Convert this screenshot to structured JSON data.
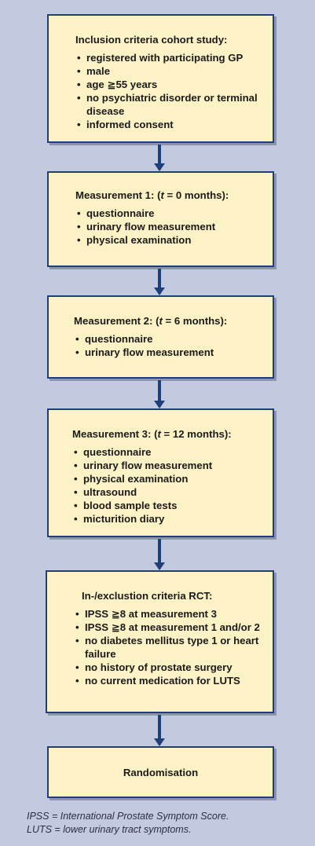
{
  "boxes": {
    "inclusion": {
      "title": "Inclusion criteria cohort study:",
      "items": [
        "registered with participating GP",
        "male",
        "age ≧55 years",
        "no psychiatric disorder or terminal disease",
        "informed consent"
      ]
    },
    "m1": {
      "title": "Measurement 1: (t = 0 months):",
      "items": [
        "questionnaire",
        "urinary flow measurement",
        "physical examination"
      ]
    },
    "m2": {
      "title": "Measurement 2: (t = 6 months):",
      "items": [
        "questionnaire",
        "urinary flow measurement"
      ]
    },
    "m3": {
      "title": "Measurement 3: (t = 12 months):",
      "items": [
        "questionnaire",
        "urinary flow measurement",
        "physical examination",
        "ultrasound",
        "blood sample tests",
        "micturition diary"
      ]
    },
    "rct": {
      "title": "In-/exclustion criteria RCT:",
      "items": [
        "IPSS ≧8 at measurement 3",
        "IPSS ≧8 at measurement 1 and/or 2",
        "no diabetes mellitus type 1 or heart failure",
        "no history of prostate surgery",
        "no current medication for LUTS"
      ]
    },
    "rand": {
      "title": "Randomisation"
    }
  },
  "footnotes": [
    "IPSS = International Prostate Symptom Score.",
    "LUTS = lower urinary tract symptoms."
  ]
}
